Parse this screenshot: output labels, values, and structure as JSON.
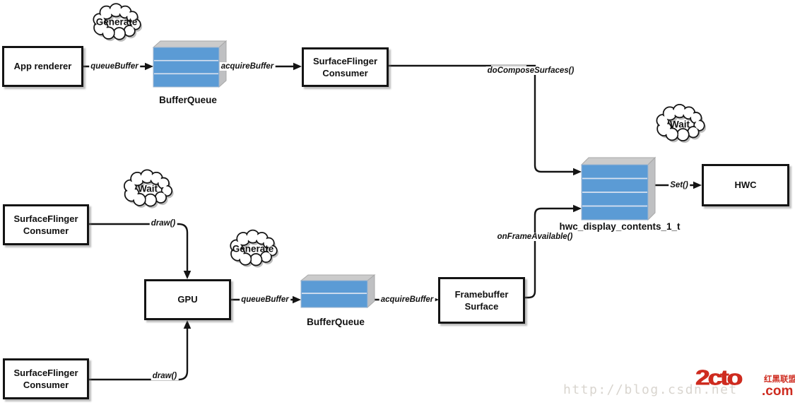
{
  "boxes": {
    "app_renderer": {
      "label": "App renderer"
    },
    "sf_consumer_top": {
      "label": "SurfaceFlinger\nConsumer"
    },
    "hwc": {
      "label": "HWC"
    },
    "sf_consumer_mid": {
      "label": "SurfaceFlinger\nConsumer"
    },
    "gpu": {
      "label": "GPU"
    },
    "framebuffer_surface": {
      "label": "Framebuffer\nSurface"
    },
    "sf_consumer_bottom": {
      "label": "SurfaceFlinger\nConsumer"
    }
  },
  "stacks": {
    "bufferqueue_top": {
      "label": "BufferQueue",
      "slats": 3
    },
    "bufferqueue_bottom": {
      "label": "BufferQueue",
      "slats": 2
    },
    "hwc_display": {
      "label": "hwc_display_contents_1_t",
      "slats": 4
    }
  },
  "clouds": {
    "generate_top": {
      "label": "Generate"
    },
    "wait_right": {
      "label": "Wait"
    },
    "wait_left": {
      "label": "Wait"
    },
    "generate_bottom": {
      "label": "Generate"
    }
  },
  "edges": {
    "queue_buffer_top": {
      "label": "queueBuffer"
    },
    "acquire_buffer_top": {
      "label": "acquireBuffer"
    },
    "do_compose_surfaces": {
      "label": "doComposeSurfaces()"
    },
    "set_call": {
      "label": "Set()"
    },
    "on_frame_available": {
      "label": "onFrameAvailable()"
    },
    "draw_top": {
      "label": "draw()"
    },
    "draw_bottom": {
      "label": "draw()"
    },
    "queue_buffer_bottom": {
      "label": "queueBuffer"
    },
    "acquire_buffer_bottom": {
      "label": "acquireBuffer"
    }
  },
  "watermark": {
    "url": "http://blog.csdn.net",
    "logo_text": "2cto",
    "logo_badge": "红黑联盟",
    "logo_suffix": ".com"
  },
  "colors": {
    "slat_blue": "#5B9BD5",
    "stack_gray": "#C9C9C9",
    "logo_red": "#CE2B1F",
    "watermark_gray": "#D9D5CF",
    "line_black": "#141414"
  }
}
